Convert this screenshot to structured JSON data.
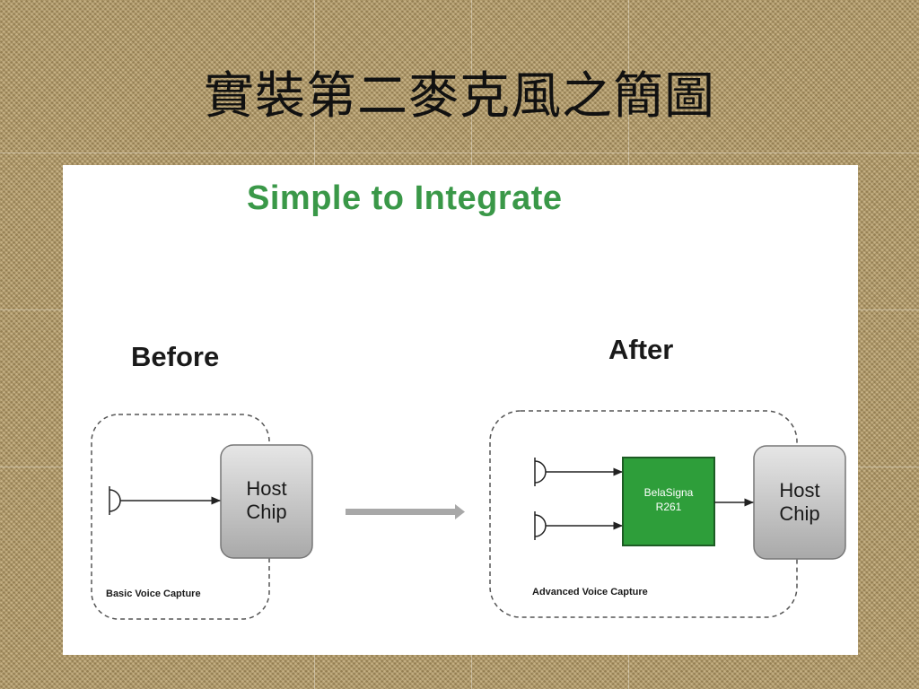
{
  "slide": {
    "title": "實裝第二麥克風之簡圖"
  },
  "diagram": {
    "heading": "Simple to Integrate",
    "before": {
      "label": "Before",
      "host_chip": "Host\nChip",
      "caption": "Basic Voice Capture"
    },
    "after": {
      "label": "After",
      "processor": "BelaSigna\nR261",
      "host_chip": "Host\nChip",
      "caption": "Advanced Voice Capture"
    },
    "colors": {
      "heading": "#3a9848",
      "processor_fill": "#2e9e3a",
      "host_chip_fill": "#c8c8c8",
      "transition_arrow": "#a8a8a8"
    }
  }
}
